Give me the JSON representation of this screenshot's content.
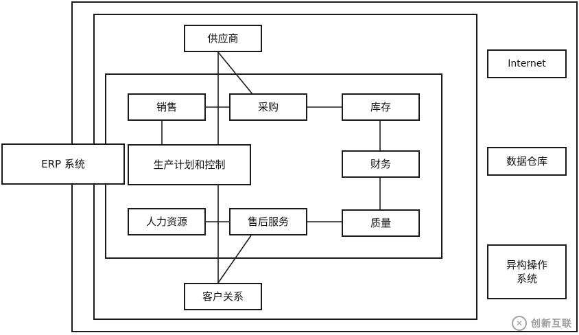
{
  "diagram": {
    "nodes": {
      "supplier": "供应商",
      "sales": "销售",
      "purchase": "采购",
      "inventory": "库存",
      "erp": "ERP 系统",
      "production": "生产计划和控制",
      "finance": "财务",
      "hr": "人力资源",
      "aftersales": "售后服务",
      "quality": "质量",
      "customer": "客户关系",
      "internet": "Internet",
      "warehouse": "数据仓库",
      "os_line1": "异构操作",
      "os_line2": "系统"
    }
  },
  "watermark": {
    "text": "创新互联",
    "icon": "chuangxin-logo-icon"
  },
  "colors": {
    "line": "#1a1a1a",
    "background": "#ffffff",
    "watermark": "#9a9a9a"
  }
}
